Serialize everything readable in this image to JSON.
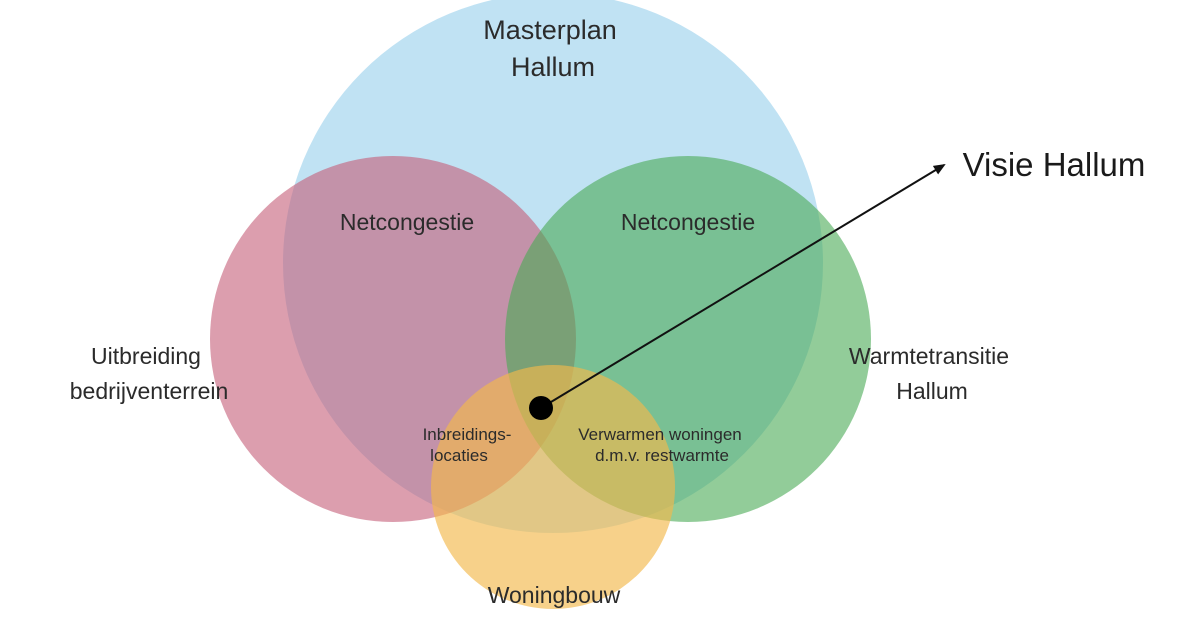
{
  "circles": {
    "masterplan": {
      "line1": "Masterplan",
      "line2": "Hallum",
      "color": "#8ccbea"
    },
    "bedrijventerrein": {
      "line1": "Uitbreiding",
      "line2": "bedrijventerrein",
      "color": "#c45d78"
    },
    "warmtetransitie": {
      "line1": "Warmtetransitie",
      "line2": "Hallum",
      "color": "#4aaa55"
    },
    "woningbouw": {
      "line1": "Woningbouw",
      "color": "#f2b84b"
    }
  },
  "overlaps": {
    "left": "Netcongestie",
    "right": "Netcongestie",
    "bottom_left": {
      "line1": "Inbreidings-",
      "line2": "locaties"
    },
    "bottom_right": {
      "line1": "Verwarmen woningen",
      "line2": "d.m.v. restwarmte"
    }
  },
  "pointer": {
    "label": "Visie Hallum"
  }
}
